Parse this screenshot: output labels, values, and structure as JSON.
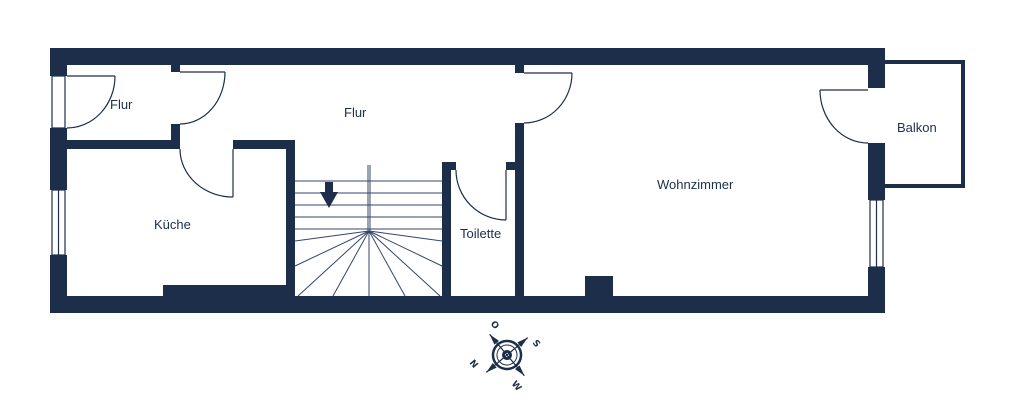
{
  "rooms": {
    "flur_small": "Flur",
    "flur_main": "Flur",
    "kueche": "Küche",
    "toilette": "Toilette",
    "wohnzimmer": "Wohnzimmer",
    "balkon": "Balkon"
  },
  "compass": {
    "north": "N",
    "east": "O",
    "south": "S",
    "west": "W"
  },
  "colors": {
    "wall": "#1d2e4a",
    "stair_line": "#34466a",
    "label": "#1d2e4a",
    "background": "#ffffff"
  },
  "icons": {
    "stair_direction": "arrow-down-icon",
    "compass": "compass-rose-icon"
  }
}
